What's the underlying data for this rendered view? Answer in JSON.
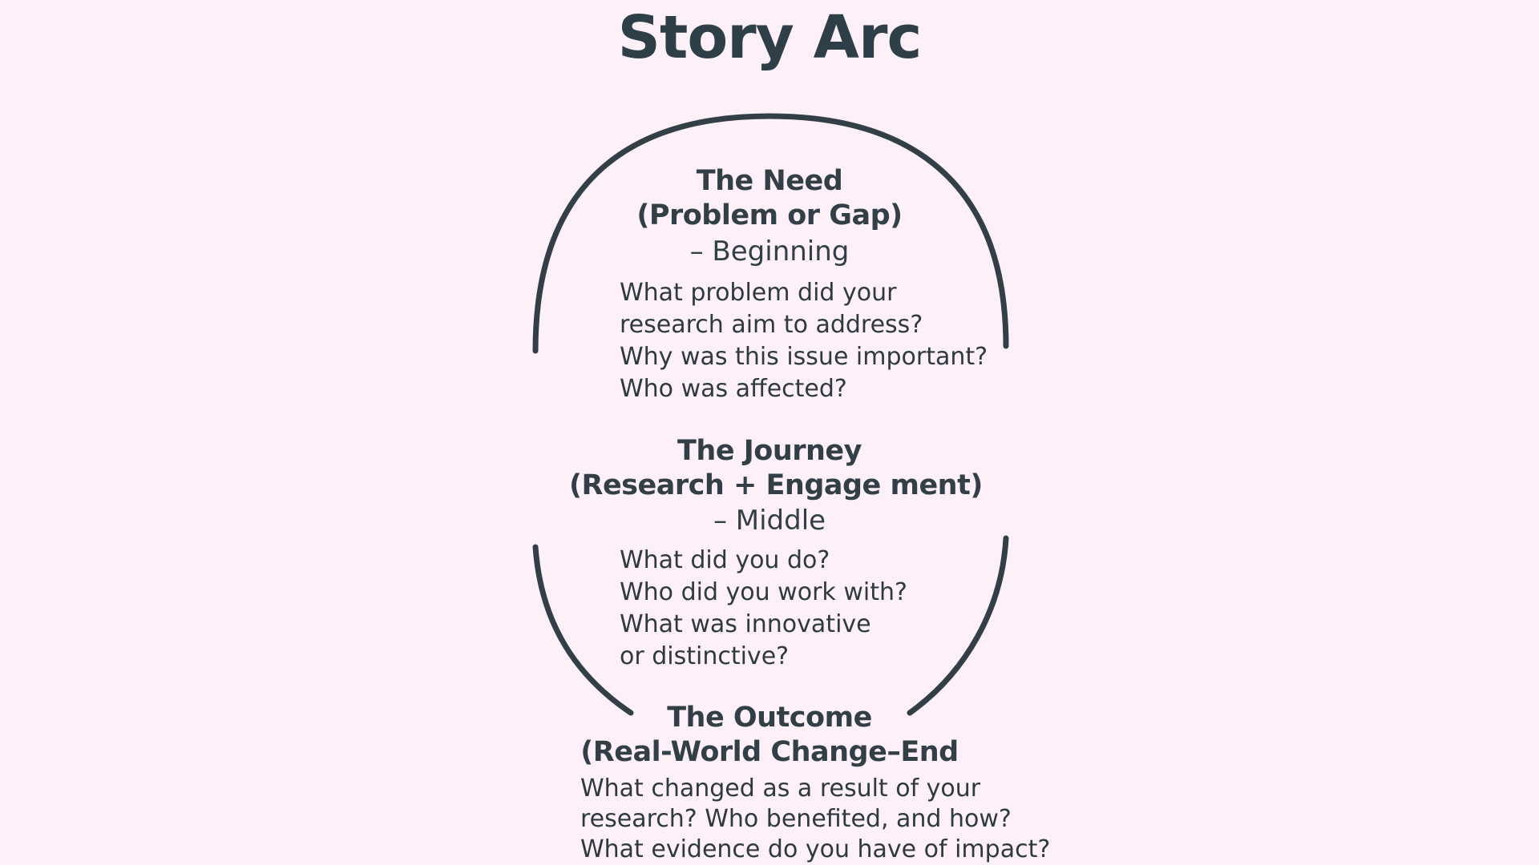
{
  "title": "Story Arc",
  "arc_color": "#333f46",
  "background": "#fdf0f8",
  "sections": [
    {
      "heading_lines": [
        "The Need",
        "(Problem or Gap)"
      ],
      "stage": "– Beginning",
      "questions": [
        "What problem did your",
        "research aim to address?",
        "Why was this issue important?",
        "Who was affected?"
      ]
    },
    {
      "heading_lines": [
        "The Journey",
        "(Research + Engage ment)"
      ],
      "stage": "– Middle",
      "questions": [
        "What did you do?",
        "Who did you work with?",
        "What was innovative",
        "or distinctive?"
      ]
    },
    {
      "heading_lines": [
        "The Outcome",
        "(Real-World Change–End"
      ],
      "stage": "",
      "questions": [
        "What changed as a result of your",
        "research?  Who benefited, and how?",
        "What evidence do you have of impact?"
      ]
    }
  ]
}
